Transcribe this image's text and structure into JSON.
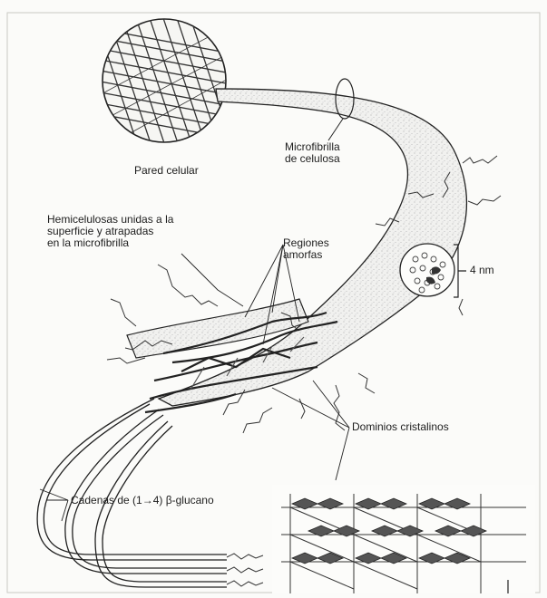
{
  "labels": {
    "pared_celular": "Pared celular",
    "microfibrilla": "Microfibrilla\nde celulosa",
    "hemicelulosas": "Hemicelulosas unidas a la\nsuperficie y atrapadas\nen la microfibrilla",
    "regiones_amorfas": "Regiones\namorfas",
    "diametro": "4 nm",
    "dominios_cristalinos": "Dominios cristalinos",
    "cadenas": "Cadenas de (1→4) β-glucano"
  }
}
